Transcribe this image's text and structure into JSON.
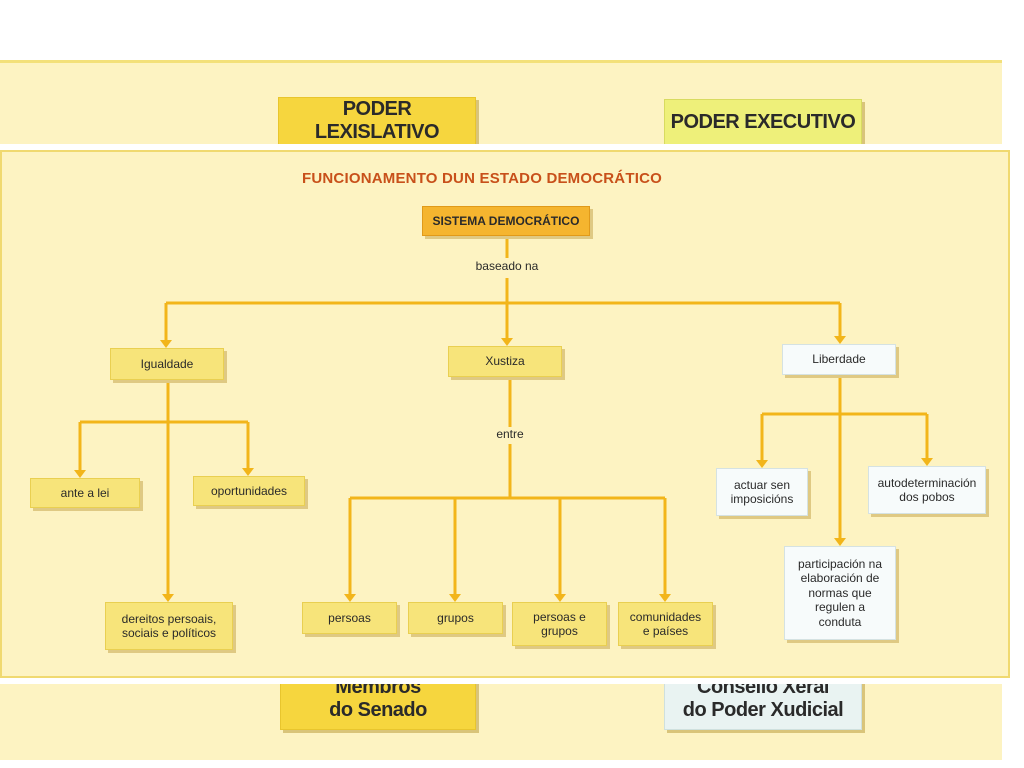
{
  "background_page": {
    "top_left": "PODER LEXISLATIVO",
    "top_right": "PODER EXECUTIVO",
    "bottom_left_line1": "Membros",
    "bottom_left_line2": "do Senado",
    "bottom_right_line1": "Consello Xeral",
    "bottom_right_line2": "do Poder Xudicial"
  },
  "diagram": {
    "title": "FUNCIONAMENTO DUN ESTADO DEMOCRÁTICO",
    "root": "SISTEMA DEMOCRÁTICO",
    "root_connector": "baseado na",
    "igualdade": {
      "label": "Igualdade",
      "children": [
        "ante a lei",
        "oportunidades",
        "dereitos persoais, sociais e políticos"
      ]
    },
    "xustiza": {
      "label": "Xustiza",
      "connector": "entre",
      "children": [
        "persoas",
        "grupos",
        "persoas e grupos",
        "comunidades e países"
      ]
    },
    "liberdade": {
      "label": "Liberdade",
      "children": [
        "actuar sen imposicións",
        "autodeterminación dos pobos",
        "participación na elaboración de normas que regulen a conduta"
      ]
    }
  },
  "colors": {
    "background": "#fdf3c2",
    "connector": "#f2b51a",
    "title": "#c8501a",
    "root": "#f5b52f",
    "node": "#f7e47a",
    "liberdade_node": "#f7fbfb"
  }
}
